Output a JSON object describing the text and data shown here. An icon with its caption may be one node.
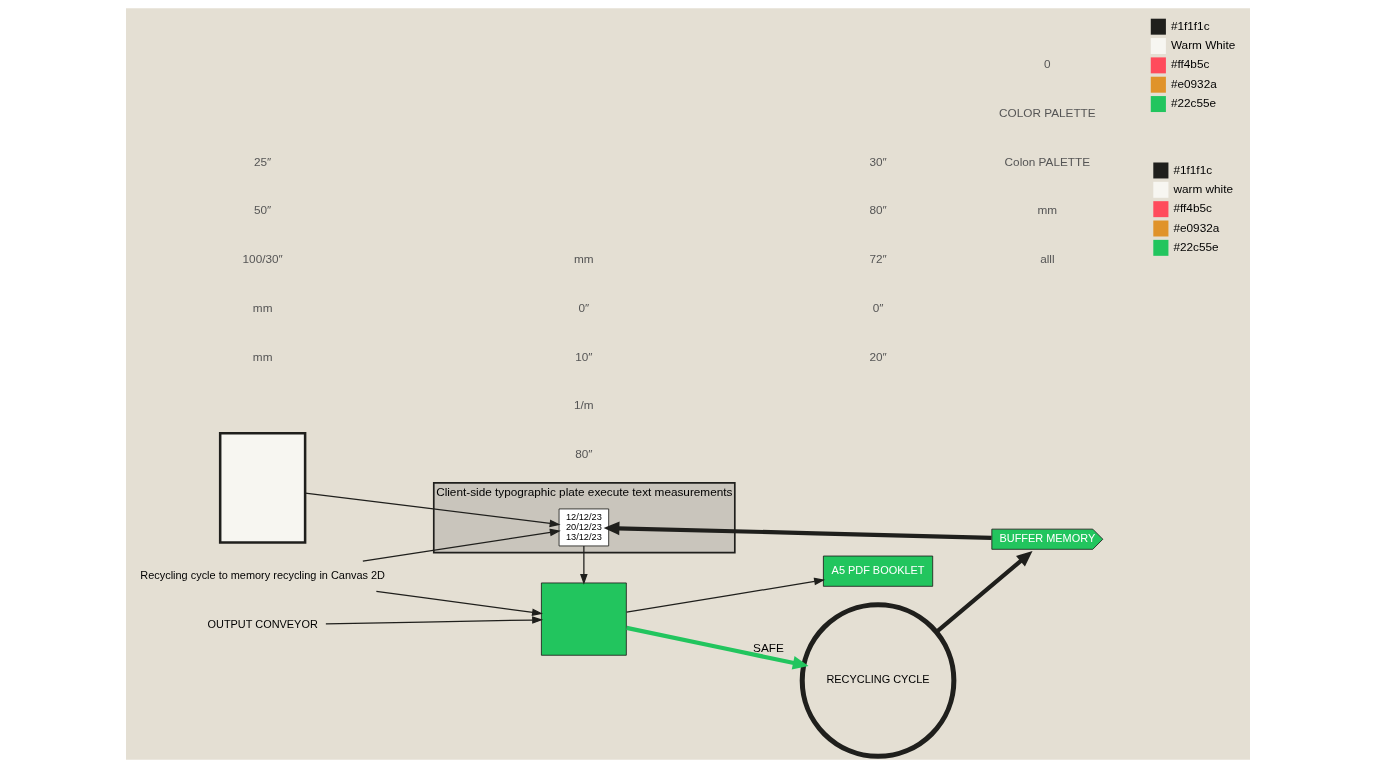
{
  "diagram": {
    "nodes": [
      {
        "text": [],
        "shape": "box"
      },
      {
        "text": [
          "Client-side typographic plate execute text measurements"
        ]
      },
      {
        "text": [
          "12/12/23",
          "20/12/23",
          "13/12/23"
        ],
        "in": 1
      },
      {
        "text": [
          "Recycling cycle to memory recycling in Canvas 2D"
        ]
      },
      {
        "text": [
          "OUTPUT CONVEYOR"
        ]
      },
      {
        "text": [],
        "shape": "box"
      },
      {
        "text": [
          "A5 PDF BOOKLET"
        ]
      },
      {
        "text": [
          "RECYCLING CYCLE"
        ]
      },
      {
        "text": [
          "BUFFER MEMORY"
        ]
      }
    ],
    "edges": [
      {
        "from": 0,
        "to": 2,
        "arrow": "to"
      },
      {
        "from": 3,
        "to": 2,
        "arrow": "to"
      },
      {
        "from": 3,
        "to": 5,
        "arrow": "to"
      },
      {
        "from": 4,
        "to": 5,
        "arrow": "to"
      },
      {
        "from": 2,
        "to": 5,
        "arrow": "to"
      },
      {
        "from": 5,
        "to": 6,
        "arrow": "to"
      },
      {
        "from": 5,
        "to": 7,
        "label": "SAFE",
        "arrow": "to",
        "style": "thick",
        "color": "#22c55e"
      },
      {
        "from": 7,
        "to": 8,
        "arrow": "to",
        "style": "thick"
      },
      {
        "from": 8,
        "to": 2,
        "arrow": "to",
        "style": "thick"
      }
    ],
    "labels": [
      "mm",
      "mm",
      "100/30″",
      "50″",
      "25″",
      "mm",
      "0″",
      "10″",
      "1/m",
      "80″",
      "30″",
      "80″",
      "72″",
      "0″",
      "20″",
      "0",
      "COLOR PALETTE",
      "Colon PALETTE",
      "mm",
      "alll"
    ],
    "legend": [
      {
        "text": "#1f1f1c",
        "color": "#1f1f1c"
      },
      {
        "text": "Warm White",
        "color": "#f7f6f1"
      },
      {
        "text": "#ff4b5c",
        "color": "#ff4b5c"
      },
      {
        "text": "#e0932a",
        "color": "#e0932a"
      },
      {
        "text": "#22c55e",
        "color": "#22c55e"
      },
      {
        "text": "#1f1f1c",
        "color": "#1f1f1c"
      },
      {
        "text": "warm white",
        "color": "#f7f6f1"
      },
      {
        "text": "#ff4b5c",
        "color": "#ff4b5c"
      },
      {
        "text": "#e0932a",
        "color": "#e0932a"
      },
      {
        "text": "#22c55e",
        "color": "#22c55e"
      }
    ]
  }
}
